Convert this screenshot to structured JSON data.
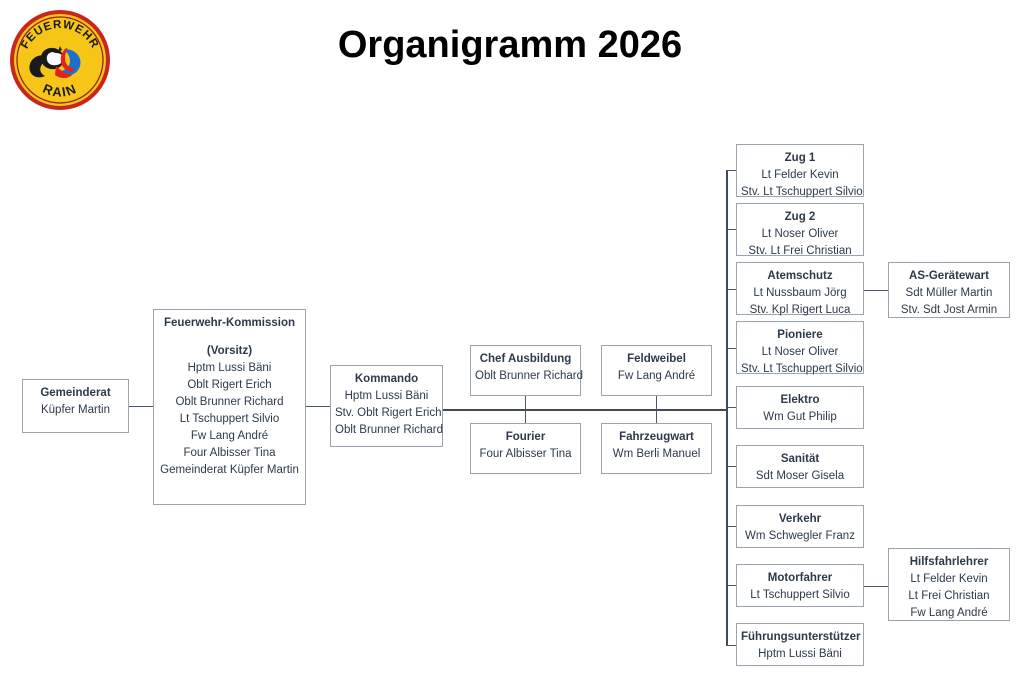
{
  "page": {
    "title": "Organigramm 2026",
    "background_color": "#ffffff",
    "box_border_color": "#9aa3b0",
    "text_color": "#2d3a4a",
    "line_color": "#49566b"
  },
  "logo": {
    "name": "feuerwehr-rain-logo",
    "text_top": "FEUERWEHR",
    "text_bottom": "RAIN",
    "colors": {
      "ring": "#c8271e",
      "field": "#f5c518",
      "emblem_dark": "#1a1a1a",
      "emblem_red": "#e2231a",
      "emblem_blue": "#1f6fd0",
      "emblem_white": "#ffffff"
    }
  },
  "nodes": {
    "gemeinderat": {
      "title": "Gemeinderat",
      "lines": [
        "Küpfer Martin"
      ]
    },
    "kommission": {
      "title": "Feuerwehr-Kommission",
      "lines": [
        "(Vorsitz)",
        "Hptm Lussi Bäni",
        "Oblt Rigert Erich",
        "Oblt Brunner Richard",
        "Lt Tschuppert Silvio",
        "Fw Lang André",
        "Four Albisser Tina",
        "Gemeinderat Küpfer Martin"
      ]
    },
    "kommando": {
      "title": "Kommando",
      "lines": [
        "Hptm Lussi Bäni",
        "Stv. Oblt Rigert Erich",
        "Oblt Brunner Richard"
      ]
    },
    "chef_ausbildung": {
      "title": "Chef Ausbildung",
      "lines": [
        "Oblt Brunner Richard"
      ]
    },
    "fourier": {
      "title": "Fourier",
      "lines": [
        "Four Albisser Tina"
      ]
    },
    "feldweibel": {
      "title": "Feldweibel",
      "lines": [
        "Fw Lang André"
      ]
    },
    "fahrzeugwart": {
      "title": "Fahrzeugwart",
      "lines": [
        "Wm Berli Manuel"
      ]
    },
    "zug1": {
      "title": "Zug 1",
      "lines": [
        "Lt Felder Kevin",
        "Stv. Lt Tschuppert Silvio"
      ]
    },
    "zug2": {
      "title": "Zug 2",
      "lines": [
        "Lt Noser Oliver",
        "Stv. Lt Frei Christian"
      ]
    },
    "atemschutz": {
      "title": "Atemschutz",
      "lines": [
        "Lt Nussbaum Jörg",
        "Stv. Kpl Rigert Luca"
      ]
    },
    "as_geraetewart": {
      "title": "AS-Gerätewart",
      "lines": [
        "Sdt Müller Martin",
        "Stv. Sdt Jost Armin"
      ]
    },
    "pioniere": {
      "title": "Pioniere",
      "lines": [
        "Lt Noser Oliver",
        "Stv. Lt Tschuppert Silvio"
      ]
    },
    "elektro": {
      "title": "Elektro",
      "lines": [
        "Wm Gut Philip"
      ]
    },
    "sanitaet": {
      "title": "Sanität",
      "lines": [
        "Sdt Moser Gisela"
      ]
    },
    "verkehr": {
      "title": "Verkehr",
      "lines": [
        "Wm Schwegler Franz"
      ]
    },
    "motorfahrer": {
      "title": "Motorfahrer",
      "lines": [
        "Lt Tschuppert Silvio"
      ]
    },
    "hilfsfahrlehrer": {
      "title": "Hilfsfahrlehrer",
      "lines": [
        "Lt Felder Kevin",
        "Lt Frei Christian",
        "Fw Lang André"
      ]
    },
    "fuehrungsunterstuetzer": {
      "title": "Führungsunterstützer",
      "lines": [
        "Hptm Lussi Bäni"
      ]
    }
  }
}
